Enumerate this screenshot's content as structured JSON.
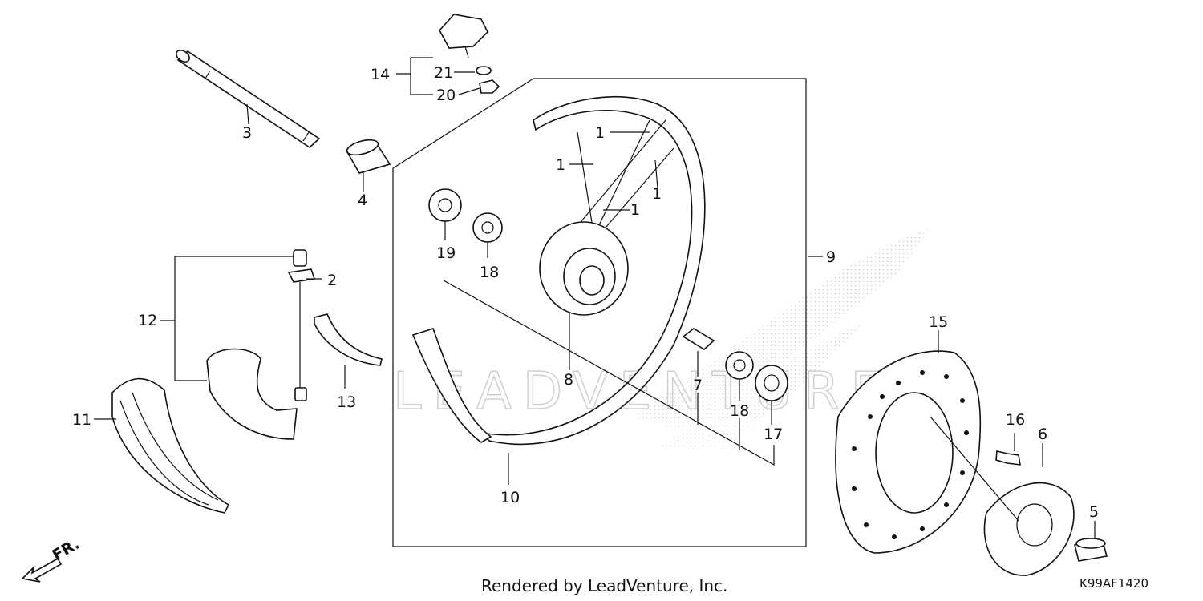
{
  "diagram": {
    "callouts": {
      "c1a": "1",
      "c1b": "1",
      "c1c": "1",
      "c1d": "1",
      "c2": "2",
      "c3": "3",
      "c4": "4",
      "c5": "5",
      "c6": "6",
      "c7": "7",
      "c8": "8",
      "c9": "9",
      "c10": "10",
      "c11": "11",
      "c12": "12",
      "c13": "13",
      "c14": "14",
      "c15": "15",
      "c16": "16",
      "c17": "17",
      "c18a": "18",
      "c18b": "18",
      "c19": "19",
      "c20": "20",
      "c21": "21"
    },
    "direction_label": "FR.",
    "footer": "Rendered by LeadVenture, Inc.",
    "diagram_code": "K99AF1420",
    "watermark": "LEADVENTURE"
  }
}
